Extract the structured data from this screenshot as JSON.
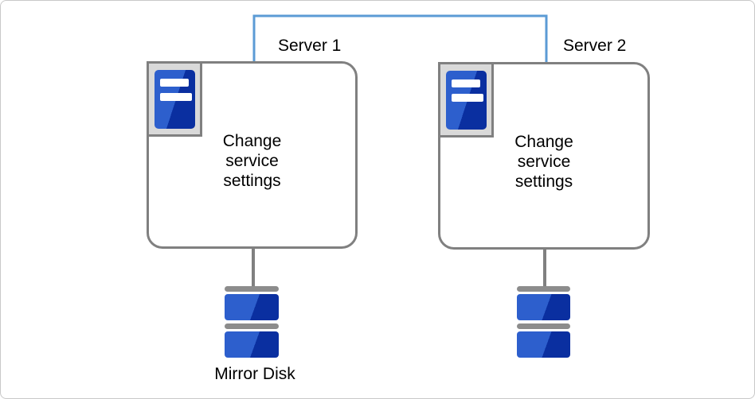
{
  "colors": {
    "connector_blue": "#5b9bd5",
    "box_border_gray": "#808080",
    "icon_bg_gray": "#d9d9d9",
    "server_blue_light": "#2d5fcd",
    "server_blue_dark": "#0a2fa0",
    "disk_bar_gray": "#8c8c8c",
    "page_border_gray": "#c8c8c8",
    "text_black": "#000000"
  },
  "icons": {
    "server": "server-icon",
    "mirror_disk": "mirror-disk-icon"
  },
  "nodes": [
    {
      "id": "server1",
      "label": "Server 1",
      "body": "Change\nservice\nsettings"
    },
    {
      "id": "server2",
      "label": "Server 2",
      "body": "Change\nservice\nsettings"
    }
  ],
  "disks": [
    {
      "id": "disk1",
      "label": "Mirror Disk"
    },
    {
      "id": "disk2",
      "label": ""
    }
  ]
}
